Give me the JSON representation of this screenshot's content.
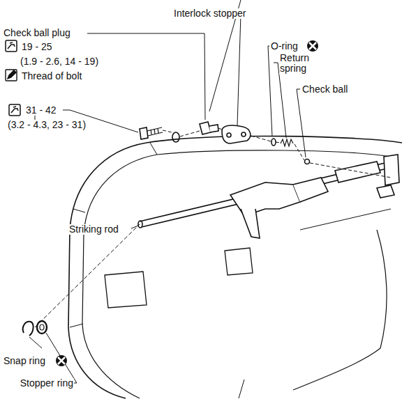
{
  "diagram": {
    "labels": [
      "Interlock stopper",
      "Check ball plug",
      "19 - 25",
      "(1.9 - 2.6, 14 - 19)",
      "Thread of bolt",
      "O-ring",
      "Return spring",
      "Check ball",
      "31 - 42",
      "(3.2 - 4.3, 23 - 31)",
      "Striking rod",
      "Snap ring",
      "Stopper ring"
    ]
  }
}
